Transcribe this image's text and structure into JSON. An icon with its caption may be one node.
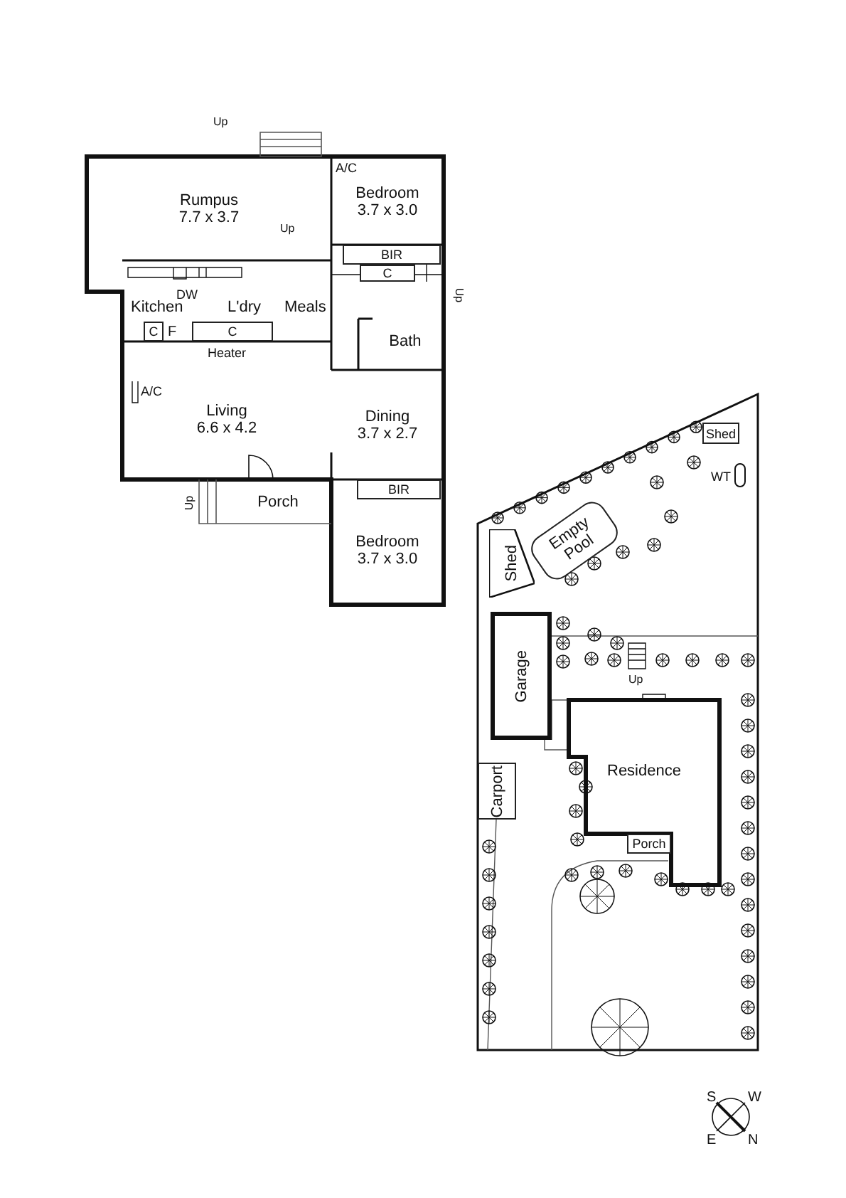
{
  "diagram": {
    "nodes": [
      {
        "text": [
          "Rumpus",
          "7.7 x 3.7"
        ]
      },
      {
        "text": [
          "Bedroom",
          "3.7 x 3.0"
        ]
      },
      {
        "text": [
          "BIR"
        ]
      },
      {
        "text": [
          "C"
        ]
      },
      {
        "text": [
          "Bath"
        ]
      },
      {
        "text": [
          "Living",
          "6.6 x 4.2"
        ]
      },
      {
        "text": [
          "Dining",
          "3.7 x 2.7"
        ]
      },
      {
        "text": [
          "BIR"
        ]
      },
      {
        "text": [
          "Bedroom",
          "3.7 x 3.0"
        ]
      },
      {
        "text": [
          "Porch"
        ]
      },
      {
        "text": [
          "C"
        ]
      },
      {
        "text": [
          "C"
        ]
      },
      {
        "text": [
          "Shed"
        ]
      },
      {
        "text": [
          "Empty Pool"
        ]
      },
      {
        "text": [
          "Shed"
        ]
      },
      {
        "text": [
          "Garage"
        ]
      },
      {
        "text": [
          "Residence"
        ]
      },
      {
        "text": [
          "Porch"
        ]
      },
      {
        "text": [
          "Carport"
        ]
      }
    ],
    "labels": [
      "Up",
      "A/C",
      "Up",
      "DW",
      "Kitchen",
      "L'dry",
      "Meals",
      "Up",
      "F",
      "Heater",
      "A/C",
      "Up",
      "WT",
      "Up",
      "S",
      "W",
      "E",
      "N"
    ]
  }
}
